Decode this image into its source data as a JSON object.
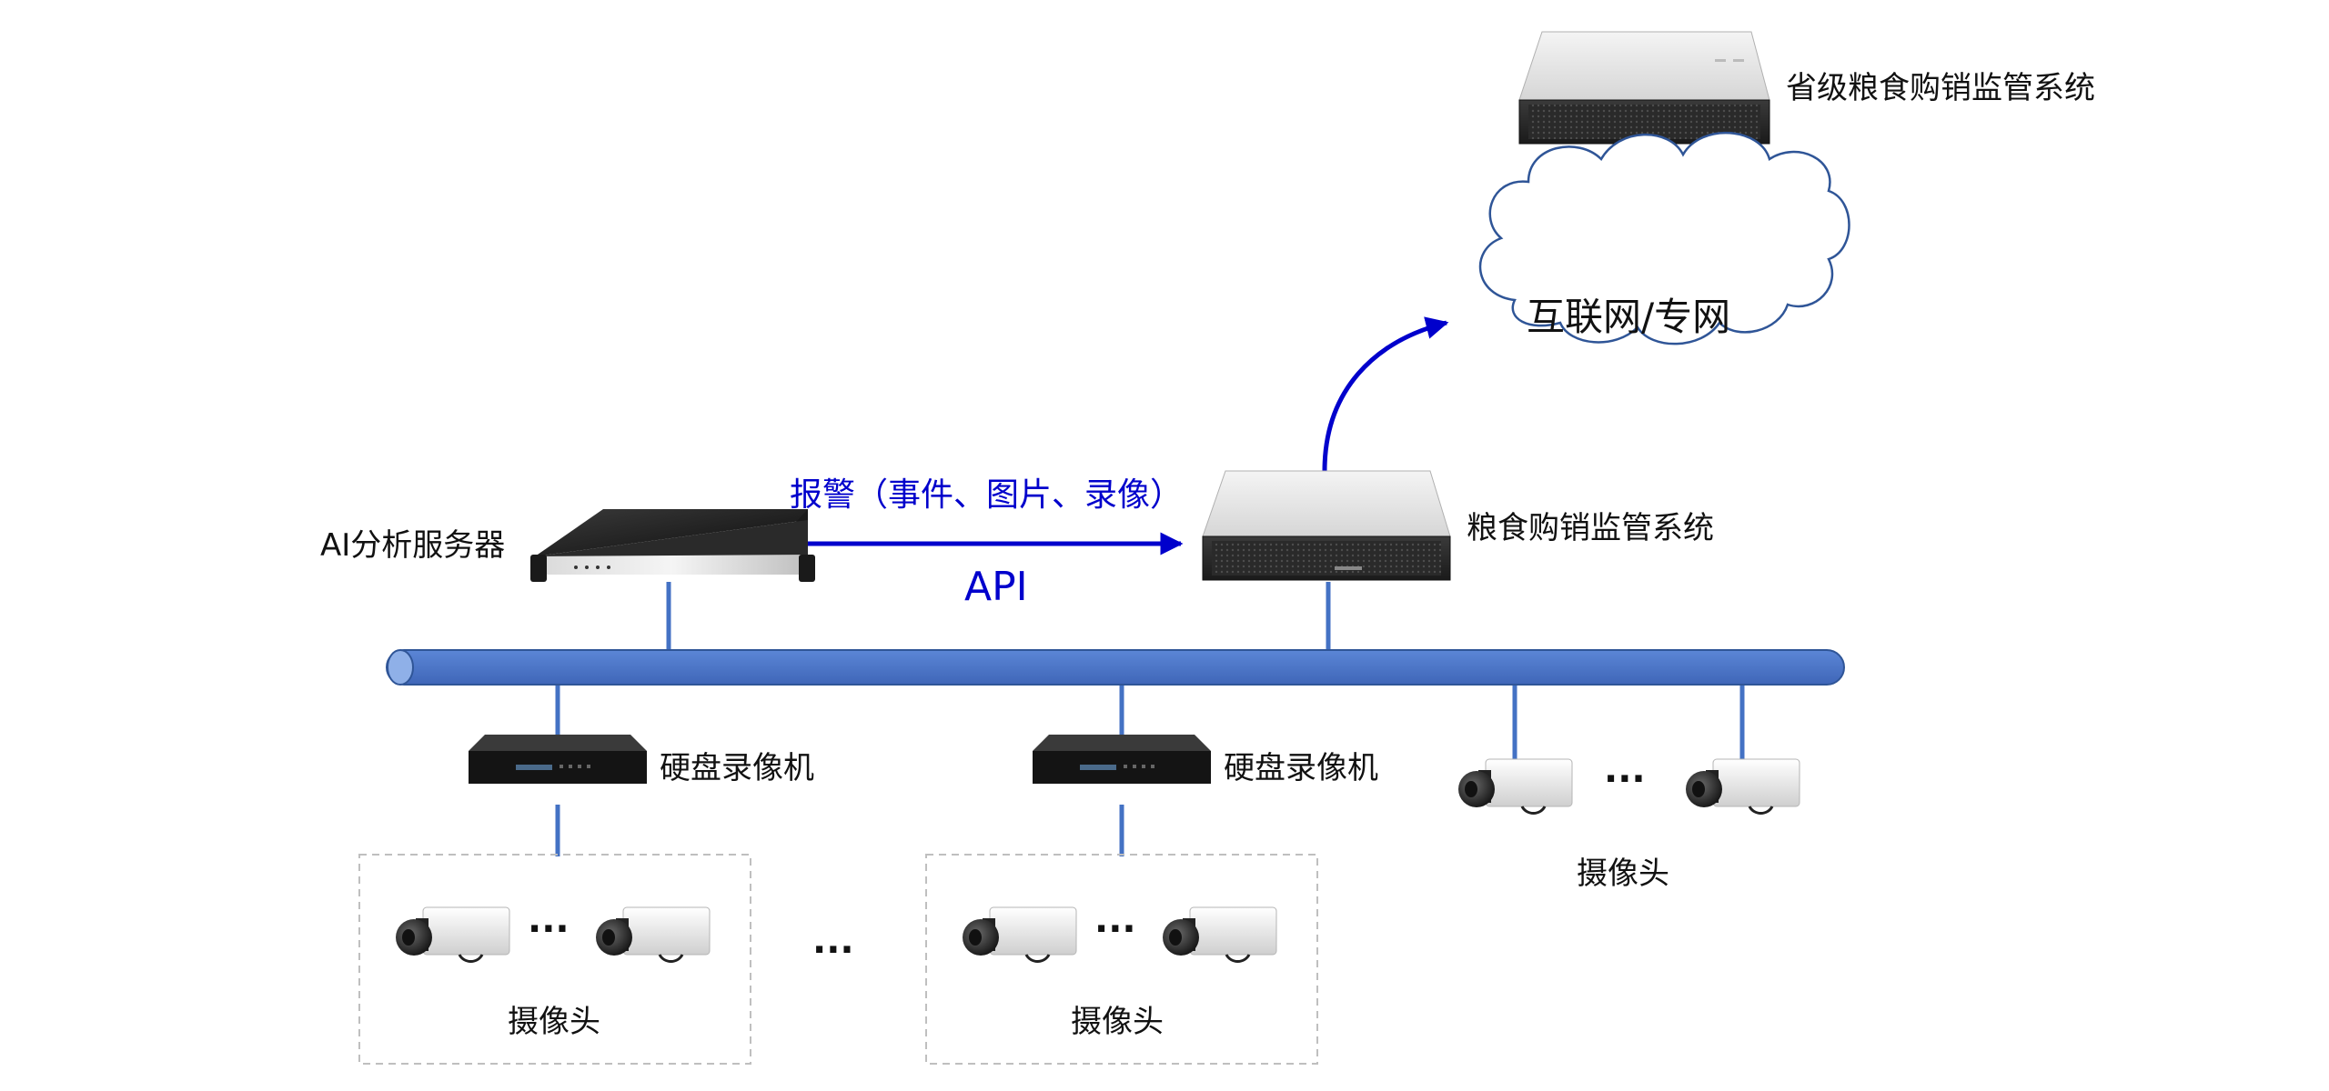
{
  "labels": {
    "provincial_system": "省级粮食购销监管系统",
    "grain_system": "粮食购销监管系统",
    "internet": "互联网/专网",
    "ai_server": "AI分析服务器",
    "alarm": "报警（事件、图片、录像）",
    "api": "API",
    "nvr1": "硬盘录像机",
    "nvr2": "硬盘录像机",
    "camera_group1": "摄像头",
    "camera_group2": "摄像头",
    "camera_group3": "摄像头",
    "ellipsis_cam1": "···",
    "ellipsis_cam2": "···",
    "ellipsis_cam3": "···",
    "ellipsis_between_groups": "···"
  },
  "colors": {
    "bus": "#4472C4",
    "bus_edge": "#2F5597",
    "link": "#4472C4",
    "arrow": "#0000CC",
    "cloud_stroke": "#2F5597",
    "group_border": "#BFBFBF"
  }
}
